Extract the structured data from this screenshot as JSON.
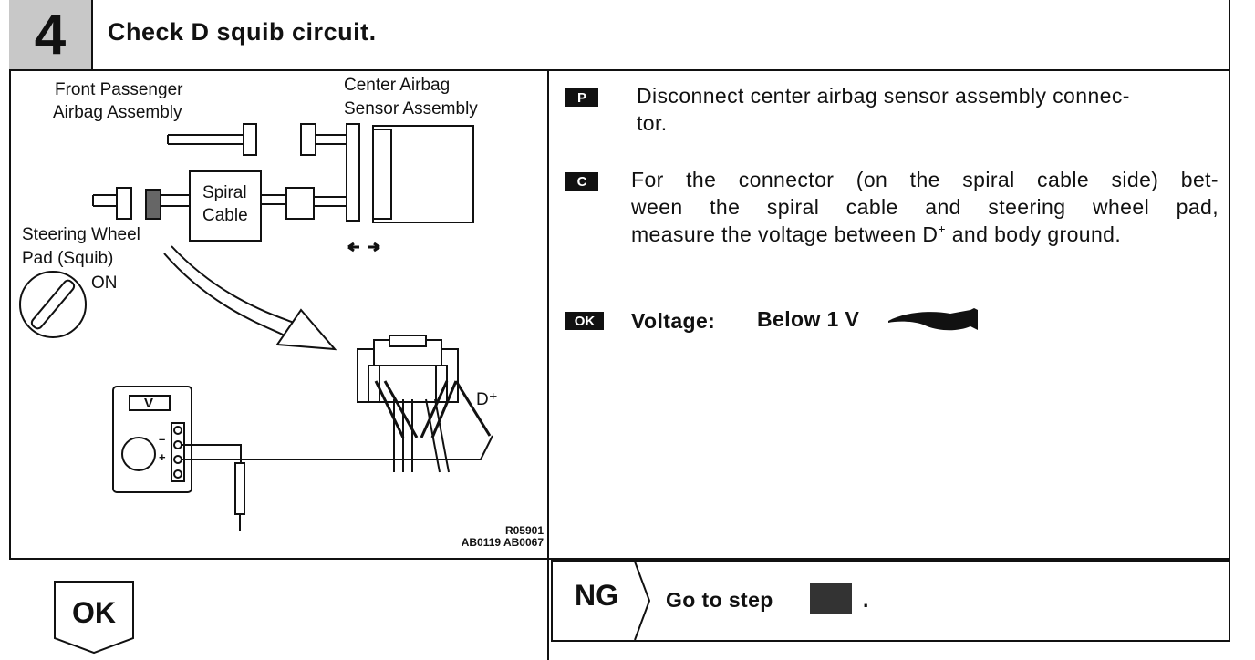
{
  "header": {
    "step_number": "4",
    "title": "Check D squib circuit."
  },
  "figure": {
    "label_front_passenger": "Front Passenger",
    "label_airbag_assembly": "Airbag Assembly",
    "label_center_airbag": "Center Airbag",
    "label_sensor_assembly": "Sensor Assembly",
    "label_spiral": "Spiral",
    "label_cable": "Cable",
    "label_steering_wheel": "Steering Wheel",
    "label_pad_squib": "Pad (Squib)",
    "label_on": "ON",
    "label_v": "V",
    "label_d_plus": "D⁺",
    "label_minus": "–",
    "label_plus": "+",
    "code_1": "R05901",
    "code_2": "AB0119 AB0067"
  },
  "instructions": {
    "p_badge": "P",
    "p_text": "Disconnect center airbag sensor assembly connec-tor.",
    "p_line1": "Disconnect center airbag sensor assembly connec-",
    "p_line2": "tor.",
    "c_badge": "C",
    "c_line1": "For the connector (on the spiral cable side) bet-",
    "c_line2": "ween the spiral cable and steering wheel pad,",
    "c_line3_pre": "measure the voltage between D",
    "c_line3_sup": "+",
    "c_line3_post": " and body ground.",
    "ok_badge": "OK",
    "voltage_label": "Voltage:",
    "voltage_value": "Below 1 V"
  },
  "footer": {
    "ok_label": "OK",
    "ng_label": "NG",
    "ng_text": "Go to step",
    "ng_period": "."
  }
}
